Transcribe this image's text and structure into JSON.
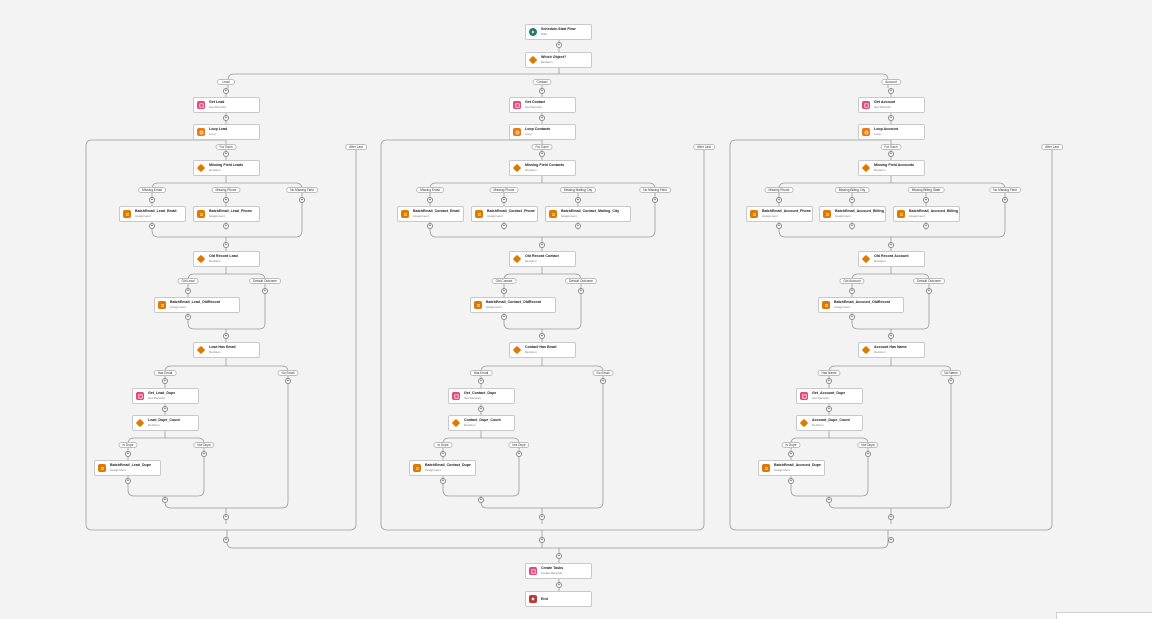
{
  "colors": {
    "start": "#1b7e7a",
    "decision": "#dd7a01",
    "record": "#e3497a",
    "assignment": "#dd7a01",
    "loop": "#e87c13",
    "end": "#c23934"
  },
  "flow": {
    "start": {
      "label": "Schedule-Start Flow",
      "sub": "Start"
    },
    "which_object": {
      "label": "Which Object?",
      "sub": "Decision"
    },
    "create_tasks": {
      "label": "Create Tasks",
      "sub": "Create Records"
    },
    "end": {
      "label": "End"
    }
  },
  "branches": {
    "lead": {
      "pill": "Lead",
      "get": {
        "label": "Get Lead",
        "sub": "Get Records"
      },
      "loop": {
        "label": "Loop Lead",
        "sub": "Loop"
      },
      "for_each": "For Each",
      "after_last": "After Last",
      "missing": {
        "label": "Missing Field Leads",
        "sub": "Decision"
      },
      "outcomes": [
        "Missing Email",
        "Missing Phone",
        "No Missing Field"
      ],
      "assigns": [
        {
          "label": "BatchEmail_Lead_Email",
          "sub": "Assignment"
        },
        {
          "label": "BatchEmail_Lead_Phone",
          "sub": "Assignment"
        }
      ],
      "old_record": {
        "label": "Old Record Lead",
        "sub": "Decision"
      },
      "old_outcomes": [
        "Old Lead",
        "Default Outcome"
      ],
      "old_assign": {
        "label": "BatchEmail_Lead_OldRecord",
        "sub": "Assignment"
      },
      "has_email": {
        "label": "Lead Has Email",
        "sub": "Decision"
      },
      "has_outcomes": [
        "Has Email",
        "No Email"
      ],
      "get_dupe": {
        "label": "Get_Lead_Dupe",
        "sub": "Get Records"
      },
      "dupe_count": {
        "label": "Lead_Dupe_Count",
        "sub": "Decision"
      },
      "dupe_outcomes": [
        "Is Dupe",
        "Not Dupe"
      ],
      "dupe_assign": {
        "label": "BatchEmail_Lead_Dupe",
        "sub": "Assignment"
      }
    },
    "contact": {
      "pill": "Contact",
      "get": {
        "label": "Get Contact",
        "sub": "Get Records"
      },
      "loop": {
        "label": "Loop Contacts",
        "sub": "Loop"
      },
      "for_each": "For Each",
      "after_last": "After Last",
      "missing": {
        "label": "Missing Field Contacts",
        "sub": "Decision"
      },
      "outcomes": [
        "Missing Email",
        "Missing Phone",
        "Missing Mailing City",
        "No Missing Field"
      ],
      "assigns": [
        {
          "label": "BatchEmail_Contact_Email",
          "sub": "Assignment"
        },
        {
          "label": "BatchEmail_Contact_Phone",
          "sub": "Assignment"
        },
        {
          "label": "BatchEmail_Contact_Mailing_City",
          "sub": "Assignment"
        }
      ],
      "old_record": {
        "label": "Old Record Contact",
        "sub": "Decision"
      },
      "old_outcomes": [
        "Old Contact",
        "Default Outcome"
      ],
      "old_assign": {
        "label": "BatchEmail_Contact_OldRecord",
        "sub": "Assignment"
      },
      "has_email": {
        "label": "Contact Has Email",
        "sub": "Decision"
      },
      "has_outcomes": [
        "Has Email",
        "No Email"
      ],
      "get_dupe": {
        "label": "Get_Contact_Dupe",
        "sub": "Get Records"
      },
      "dupe_count": {
        "label": "Contact_Dupe_Count",
        "sub": "Decision"
      },
      "dupe_outcomes": [
        "Is Dupe",
        "Not Dupe"
      ],
      "dupe_assign": {
        "label": "BatchEmail_Contact_Dupe",
        "sub": "Assignment"
      }
    },
    "account": {
      "pill": "Account",
      "get": {
        "label": "Get Account",
        "sub": "Get Records"
      },
      "loop": {
        "label": "Loop Account",
        "sub": "Loop"
      },
      "for_each": "For Each",
      "after_last": "After Last",
      "missing": {
        "label": "Missing Field Accounts",
        "sub": "Decision"
      },
      "outcomes": [
        "Missing Phone",
        "Missing Billing City",
        "Missing Billing State",
        "No Missing Field"
      ],
      "assigns": [
        {
          "label": "BatchEmail_Account_Phone",
          "sub": "Assignment"
        },
        {
          "label": "BatchEmail_Account_Billing_City",
          "sub": "Assignment"
        },
        {
          "label": "BatchEmail_Account_Billing_State",
          "sub": "Assignment"
        }
      ],
      "old_record": {
        "label": "Old Record Account",
        "sub": "Decision"
      },
      "old_outcomes": [
        "Old Account",
        "Default Outcome"
      ],
      "old_assign": {
        "label": "BatchEmail_Account_OldRecord",
        "sub": "Assignment"
      },
      "has_email": {
        "label": "Account Has Name",
        "sub": "Decision"
      },
      "has_outcomes": [
        "Has Name",
        "No Name"
      ],
      "get_dupe": {
        "label": "Get_Account_Dupe",
        "sub": "Get Records"
      },
      "dupe_count": {
        "label": "Account_Dupe_Count",
        "sub": "Decision"
      },
      "dupe_outcomes": [
        "Is Dupe",
        "Not Dupe"
      ],
      "dupe_assign": {
        "label": "BatchEmail_Account_Dupe",
        "sub": "Assignment"
      }
    }
  }
}
